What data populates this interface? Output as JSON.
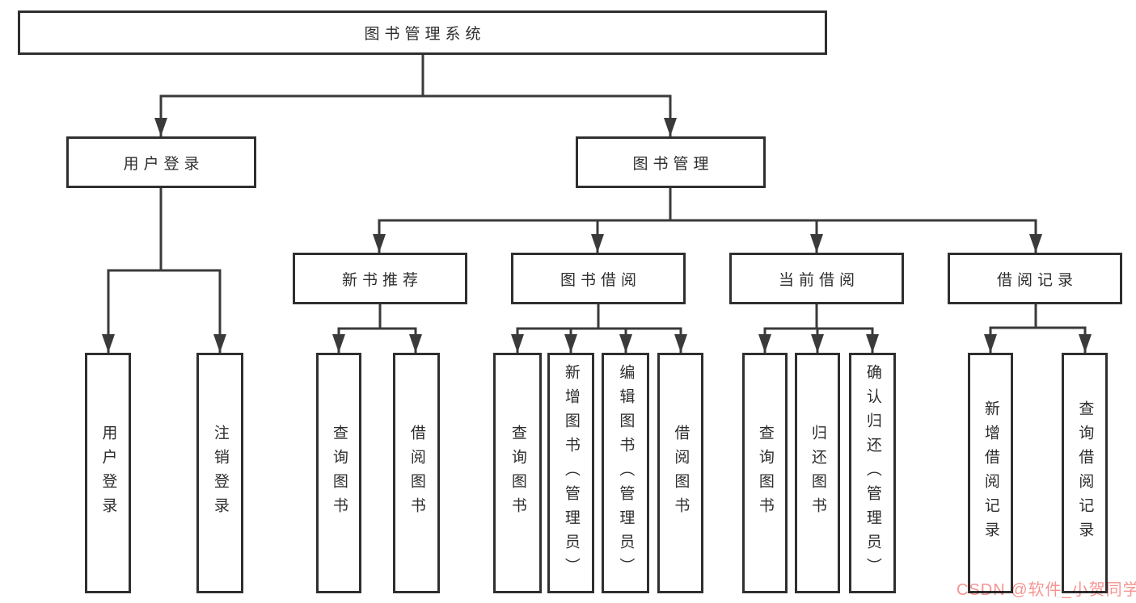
{
  "diagram": {
    "tree": {
      "label": "图书管理系统",
      "children": [
        {
          "label": "用户登录",
          "children": [
            {
              "label": "用户登录"
            },
            {
              "label": "注销登录"
            }
          ]
        },
        {
          "label": "图书管理",
          "children": [
            {
              "label": "新书推荐",
              "children": [
                {
                  "label": "查询图书"
                },
                {
                  "label": "借阅图书"
                }
              ]
            },
            {
              "label": "图书借阅",
              "children": [
                {
                  "label": "查询图书"
                },
                {
                  "label": "新增图书（管理员）"
                },
                {
                  "label": "编辑图书（管理员）"
                },
                {
                  "label": "借阅图书"
                }
              ]
            },
            {
              "label": "当前借阅",
              "children": [
                {
                  "label": "查询图书"
                },
                {
                  "label": "归还图书"
                },
                {
                  "label": "确认归还（管理员）"
                }
              ]
            },
            {
              "label": "借阅记录",
              "children": [
                {
                  "label": "新增借阅记录"
                },
                {
                  "label": "查询借阅记录"
                }
              ]
            }
          ]
        }
      ]
    },
    "watermark": "CSDN @软件_小贺同学",
    "colors": {
      "line": "#3a3a3a",
      "box_border": "#2f2f2f",
      "text": "#2d2d2d",
      "watermark": "#f49592",
      "background": "#ffffff"
    }
  }
}
